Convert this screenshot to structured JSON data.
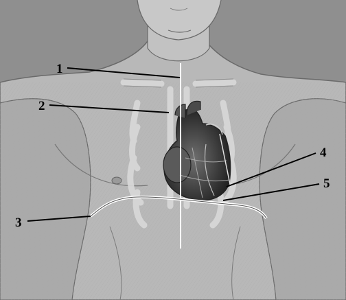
{
  "figure": {
    "background_color": "#8f8f8f",
    "torso_color": "#b9b9b9",
    "outline_color": "#5e5e5e",
    "leader_color": "#000000",
    "midline_color": "#ffffff",
    "heart_color": "#3a3a3a"
  },
  "labels": {
    "l1": "1",
    "l2": "2",
    "l3": "3",
    "l4": "4",
    "l5": "5"
  }
}
